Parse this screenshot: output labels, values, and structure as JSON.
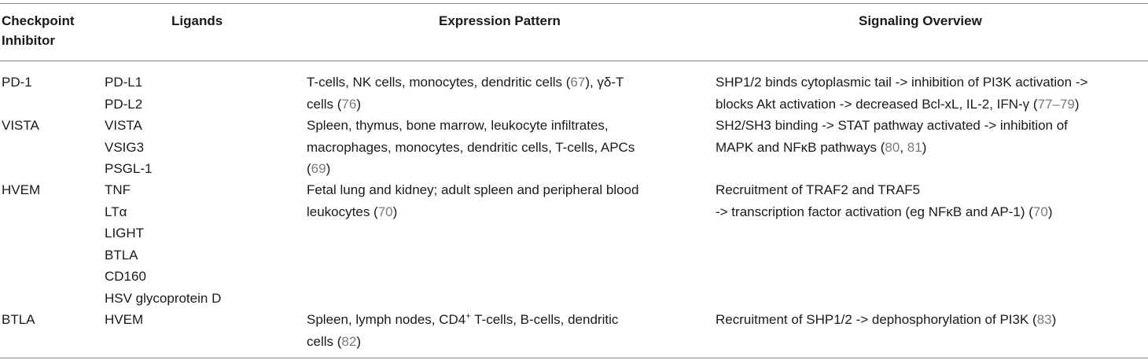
{
  "table": {
    "headers": {
      "checkpoint": [
        "Checkpoint",
        "Inhibitor"
      ],
      "ligands": "Ligands",
      "expression": "Expression Pattern",
      "signaling": "Signaling Overview"
    },
    "rows": [
      {
        "checkpoint": "PD-1",
        "ligands": [
          "PD-L1",
          "PD-L2"
        ],
        "expression": [
          {
            "t": "T-cells, NK cells, monocytes, dendritic cells ("
          },
          {
            "t": "67",
            "cite": true
          },
          {
            "t": "), γδ-T"
          },
          {
            "br": true
          },
          {
            "t": "cells ("
          },
          {
            "t": "76",
            "cite": true
          },
          {
            "t": ")"
          }
        ],
        "signaling": [
          {
            "t": "SHP1/2 binds cytoplasmic tail -> inhibition of PI3K activation ->"
          },
          {
            "br": true
          },
          {
            "t": "blocks Akt activation -> decreased Bcl-xL, IL-2, IFN-γ ("
          },
          {
            "t": "77–79",
            "cite": true
          },
          {
            "t": ")"
          }
        ]
      },
      {
        "checkpoint": "VISTA",
        "ligands": [
          "VISTA",
          "VSIG3",
          "PSGL-1"
        ],
        "expression": [
          {
            "t": "Spleen, thymus, bone marrow, leukocyte infiltrates,"
          },
          {
            "br": true
          },
          {
            "t": "macrophages, monocytes, dendritic cells, T-cells, APCs"
          },
          {
            "br": true
          },
          {
            "t": "("
          },
          {
            "t": "69",
            "cite": true
          },
          {
            "t": ")"
          }
        ],
        "signaling": [
          {
            "t": "SH2/SH3 binding -> STAT pathway activated -> inhibition of"
          },
          {
            "br": true
          },
          {
            "t": "MAPK and NFκB pathways ("
          },
          {
            "t": "80",
            "cite": true
          },
          {
            "t": ", "
          },
          {
            "t": "81",
            "cite": true
          },
          {
            "t": ")"
          }
        ]
      },
      {
        "checkpoint": "HVEM",
        "ligands": [
          "TNF",
          "LTα",
          "LIGHT",
          "BTLA",
          "CD160",
          "HSV glycoprotein D"
        ],
        "expression": [
          {
            "t": "Fetal lung and kidney; adult spleen and peripheral blood"
          },
          {
            "br": true
          },
          {
            "t": "leukocytes ("
          },
          {
            "t": "70",
            "cite": true
          },
          {
            "t": ")"
          }
        ],
        "signaling": [
          {
            "t": "Recruitment of TRAF2 and TRAF5"
          },
          {
            "br": true
          },
          {
            "t": "-> transcription factor activation (eg NFκB and AP-1) ("
          },
          {
            "t": "70",
            "cite": true
          },
          {
            "t": ")"
          }
        ]
      },
      {
        "checkpoint": "BTLA",
        "ligands": [
          "HVEM"
        ],
        "expression": [
          {
            "t": "Spleen, lymph nodes, CD4"
          },
          {
            "t": "+",
            "sup": true
          },
          {
            "t": " T-cells, B-cells, dendritic"
          },
          {
            "br": true
          },
          {
            "t": "cells ("
          },
          {
            "t": "82",
            "cite": true
          },
          {
            "t": ")"
          }
        ],
        "signaling": [
          {
            "t": "Recruitment of SHP1/2 -> dephosphorylation of PI3K ("
          },
          {
            "t": "83",
            "cite": true
          },
          {
            "t": ")"
          }
        ]
      }
    ]
  }
}
